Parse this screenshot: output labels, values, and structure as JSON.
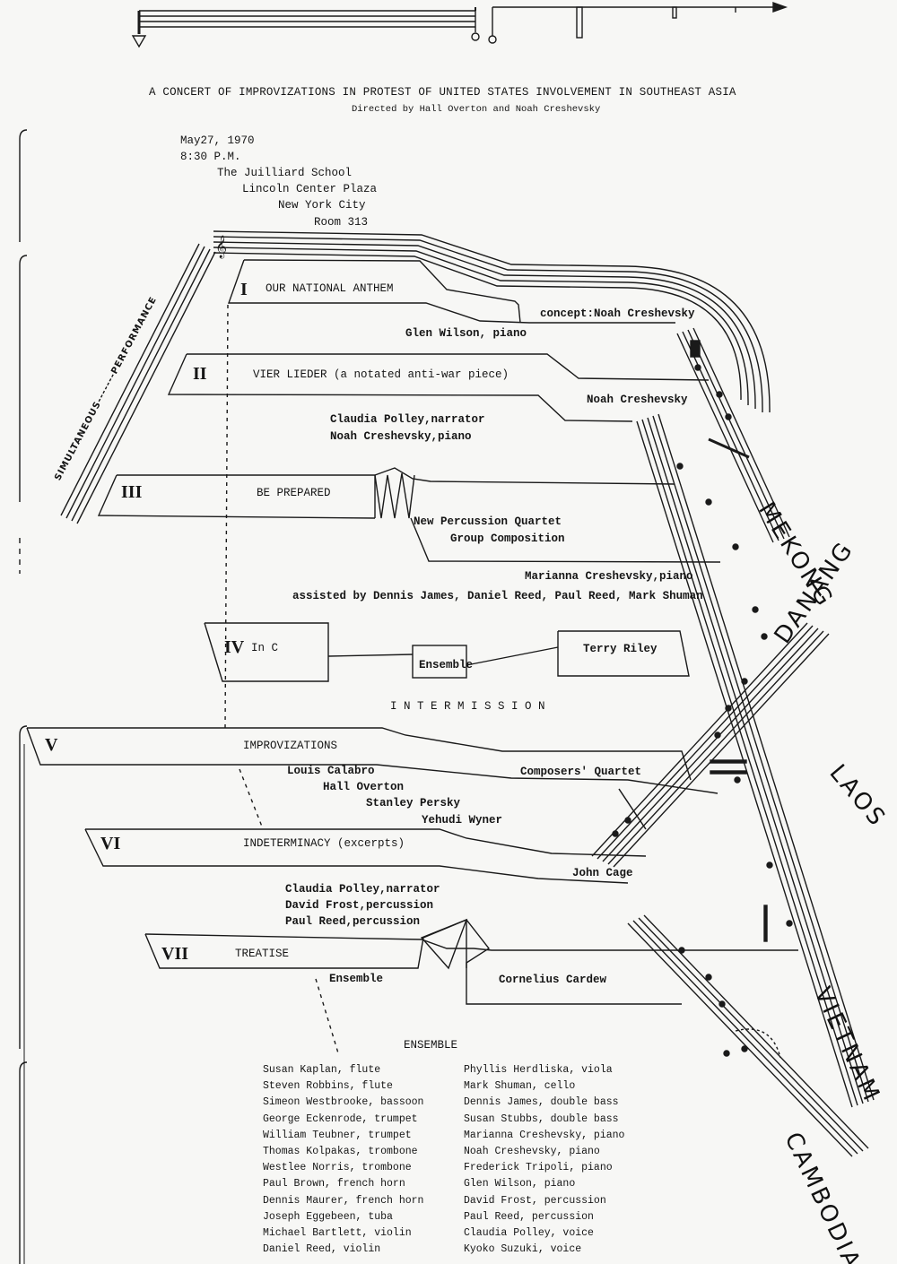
{
  "header": {
    "title": "A CONCERT OF IMPROVIZATIONS IN PROTEST OF UNITED STATES INVOLVEMENT IN SOUTHEAST ASIA",
    "subtitle": "Directed by Hall Overton and Noah Creshevsky"
  },
  "details": {
    "date": "May27, 1970",
    "time": "8:30 P.M.",
    "venue": "The Juilliard School",
    "address": "Lincoln Center Plaza",
    "city": "New York City",
    "room": "Room 313"
  },
  "side_label": {
    "left": "SIMULTANEOUS",
    "dashes": "-------",
    "right": "PERFORMANCE"
  },
  "pieces": [
    {
      "numeral": "I",
      "title": "OUR NATIONAL ANTHEM",
      "credit": "concept:Noah Creshevsky",
      "performers": [
        "Glen Wilson, piano"
      ]
    },
    {
      "numeral": "II",
      "title": "VIER LIEDER (a notated anti-war piece)",
      "credit": "Noah Creshevsky",
      "performers": [
        "Claudia Polley,narrator",
        "Noah Creshevsky,piano"
      ]
    },
    {
      "numeral": "III",
      "title": "BE PREPARED",
      "credit": "New Percussion Quartet",
      "credit2": "Group Composition",
      "performers": [
        "Marianna Creshevsky,piano",
        "assisted by Dennis James, Daniel Reed, Paul Reed, Mark Shuman"
      ]
    },
    {
      "numeral": "IV",
      "title": "In C",
      "credit": "Terry Riley",
      "performers": [
        "Ensemble"
      ]
    },
    {
      "numeral": "V",
      "title": "IMPROVIZATIONS",
      "credit": "Composers' Quartet",
      "performers": [
        "Louis Calabro",
        "Hall Overton",
        "Stanley Persky",
        "Yehudi Wyner"
      ]
    },
    {
      "numeral": "VI",
      "title": "INDETERMINACY (excerpts)",
      "credit": "John Cage",
      "performers": [
        "Claudia Polley,narrator",
        "David Frost,percussion",
        "Paul Reed,percussion"
      ]
    },
    {
      "numeral": "VII",
      "title": "TREATISE",
      "credit": "Cornelius Cardew",
      "performers": [
        "Ensemble"
      ]
    }
  ],
  "intermission": "I N T E R M I S S I O N",
  "place_names": [
    "MEKONG",
    "DANANG",
    "LAOS",
    "VIETNAM",
    "CAMBODIA"
  ],
  "ensemble": {
    "heading": "ENSEMBLE",
    "left": [
      "Susan Kaplan, flute",
      "Steven Robbins, flute",
      "Simeon Westbrooke, bassoon",
      "George Eckenrode, trumpet",
      "William Teubner, trumpet",
      "Thomas Kolpakas, trombone",
      "Westlee Norris, trombone",
      "Paul Brown, french horn",
      "Dennis Maurer, french horn",
      "Joseph Eggebeen, tuba",
      "Michael Bartlett, violin",
      "Daniel Reed, violin"
    ],
    "right": [
      "Phyllis Herdliska, viola",
      "Mark Shuman, cello",
      "Dennis James, double bass",
      "Susan Stubbs, double bass",
      "Marianna Creshevsky, piano",
      "Noah Creshevsky, piano",
      "Frederick Tripoli, piano",
      "Glen Wilson, piano",
      "David Frost, percussion",
      "Paul Reed, percussion",
      "Claudia Polley, voice",
      "Kyoko Suzuki, voice"
    ]
  }
}
